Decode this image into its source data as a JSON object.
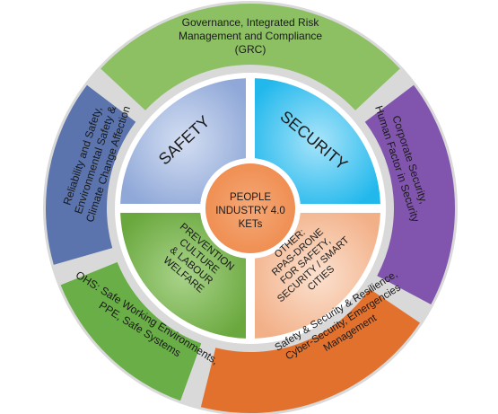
{
  "center": {
    "lines": [
      "PEOPLE",
      "INDUSTRY 4.0",
      "KETs"
    ]
  },
  "inner_segments": [
    {
      "id": "safety",
      "lines": [
        "SAFETY"
      ]
    },
    {
      "id": "security",
      "lines": [
        "SECURITY"
      ]
    },
    {
      "id": "prevention",
      "lines": [
        "PREVENTION",
        "CULTURE",
        "& LABOUR",
        "WELFARE"
      ]
    },
    {
      "id": "other",
      "lines": [
        "OTHER:",
        "RPAS-DRONE",
        "FOR SAFETY,",
        "SECURITY / SMART",
        "CITIES"
      ]
    }
  ],
  "outer_segments": [
    {
      "id": "grc",
      "lines": [
        "Governance, Integrated Risk",
        "Management and Compliance",
        "(GRC)"
      ]
    },
    {
      "id": "corporate",
      "lines": [
        "Corporate Security,",
        "Human Factor in Security"
      ]
    },
    {
      "id": "resilience",
      "lines": [
        "Safety & Security & Resilience,",
        "Cyber-Security, Emergencies",
        "Management"
      ]
    },
    {
      "id": "ohs",
      "lines": [
        "OHS: Safe Working Environments,",
        "PPE, Safe Systems"
      ]
    },
    {
      "id": "reliability",
      "lines": [
        "Reliability and Safety,",
        "Environmental Safety &",
        "Climate Change Affection"
      ]
    }
  ],
  "colors": {
    "safety": "#8fa8d8",
    "security": "#22b8ec",
    "prevention": "#6aa83e",
    "other": "#f2b088",
    "center": "#ee8a4c",
    "grc": "#8cc063",
    "corporate": "#8155ae",
    "resilience": "#e2712e",
    "ohs": "#6aae47",
    "reliability": "#5b74ad",
    "ring_bg": "#d9d9d9"
  }
}
